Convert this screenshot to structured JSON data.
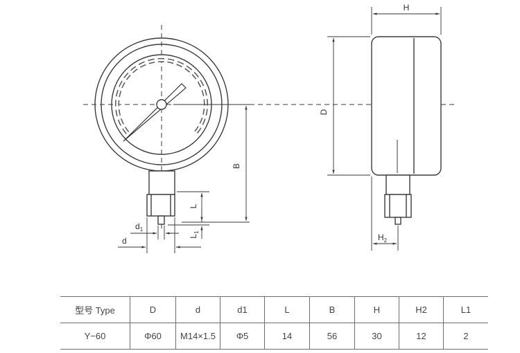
{
  "front_view": {
    "dim_B": "B",
    "dim_L": "L",
    "dim_L1": "L",
    "dim_L1_sub": "1",
    "dim_d": "d",
    "dim_d1": "d",
    "dim_d1_sub": "1"
  },
  "side_view": {
    "dim_H": "H",
    "dim_D": "D",
    "dim_H2": "H",
    "dim_H2_sub": "2"
  },
  "spec_table": {
    "headers": [
      "型号 Type",
      "D",
      "d",
      "d1",
      "L",
      "B",
      "H",
      "H2",
      "L1"
    ],
    "rows": [
      [
        "Y−60",
        "Φ60",
        "M14×1.5",
        "Φ5",
        "14",
        "56",
        "30",
        "12",
        "2"
      ]
    ]
  }
}
